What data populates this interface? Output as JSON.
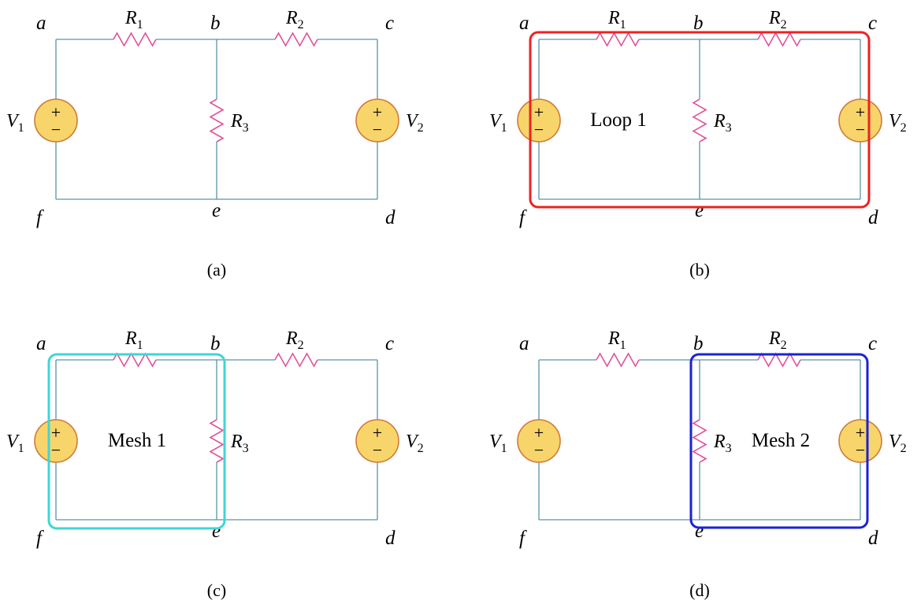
{
  "colors": {
    "wire": "#5b93a8",
    "resistor": "#e0529c",
    "source_fill": "#f7d56b",
    "source_stroke": "#d07a38",
    "loop1": "#ee2222",
    "mesh1": "#3dd6d6",
    "mesh2": "#1a22d6"
  },
  "panels": [
    {
      "id": "a",
      "caption": "(a)",
      "nodes": {
        "a": "a",
        "b": "b",
        "c": "c",
        "d": "d",
        "e": "e",
        "f": "f"
      },
      "components": {
        "R1": "R",
        "R1_sub": "1",
        "R2": "R",
        "R2_sub": "2",
        "R3": "R",
        "R3_sub": "3",
        "V1": "V",
        "V1_sub": "1",
        "V2": "V",
        "V2_sub": "2"
      },
      "highlight": null
    },
    {
      "id": "b",
      "caption": "(b)",
      "nodes": {
        "a": "a",
        "b": "b",
        "c": "c",
        "d": "d",
        "e": "e",
        "f": "f"
      },
      "components": {
        "R1": "R",
        "R1_sub": "1",
        "R2": "R",
        "R2_sub": "2",
        "R3": "R",
        "R3_sub": "3",
        "V1": "V",
        "V1_sub": "1",
        "V2": "V",
        "V2_sub": "2"
      },
      "highlight": {
        "label": "Loop 1",
        "color_key": "loop1"
      }
    },
    {
      "id": "c",
      "caption": "(c)",
      "nodes": {
        "a": "a",
        "b": "b",
        "c": "c",
        "d": "d",
        "e": "e",
        "f": "f"
      },
      "components": {
        "R1": "R",
        "R1_sub": "1",
        "R2": "R",
        "R2_sub": "2",
        "R3": "R",
        "R3_sub": "3",
        "V1": "V",
        "V1_sub": "1",
        "V2": "V",
        "V2_sub": "2"
      },
      "highlight": {
        "label": "Mesh 1",
        "color_key": "mesh1"
      }
    },
    {
      "id": "d",
      "caption": "(d)",
      "nodes": {
        "a": "a",
        "b": "b",
        "c": "c",
        "d": "d",
        "e": "e",
        "f": "f"
      },
      "components": {
        "R1": "R",
        "R1_sub": "1",
        "R2": "R",
        "R2_sub": "2",
        "R3": "R",
        "R3_sub": "3",
        "V1": "V",
        "V1_sub": "1",
        "V2": "V",
        "V2_sub": "2"
      },
      "highlight": {
        "label": "Mesh 2",
        "color_key": "mesh2"
      }
    }
  ],
  "source_symbols": {
    "plus": "+",
    "minus": "−"
  }
}
